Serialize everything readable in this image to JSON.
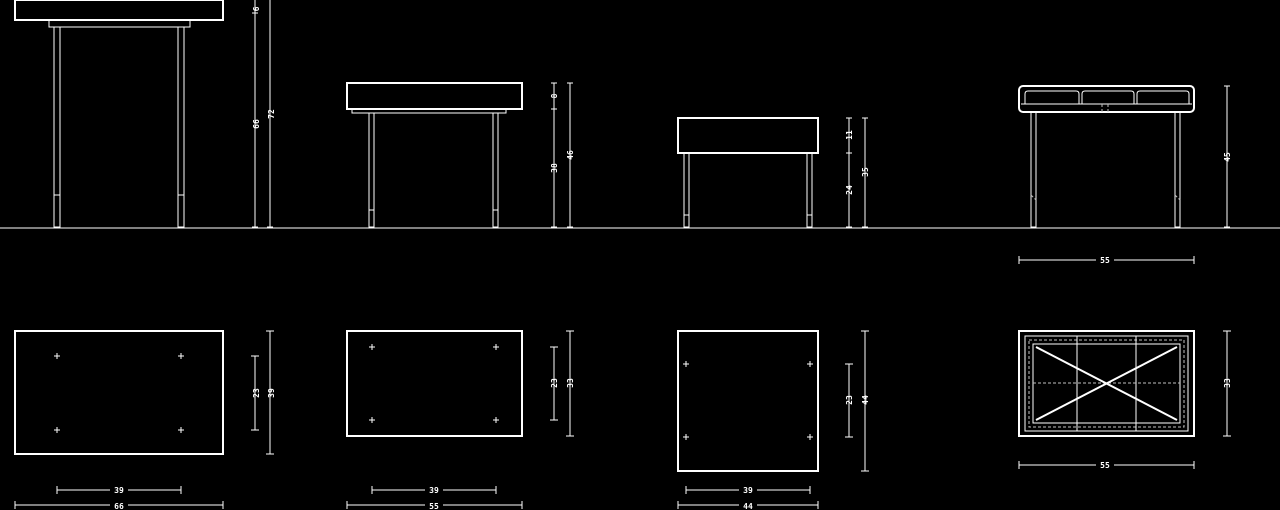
{
  "colors": {
    "background": "#000000",
    "line": "#ffffff",
    "hidden_line": "#bfbfbf"
  },
  "elevations": {
    "table_1": {
      "top": "6",
      "leg": "66",
      "total": "72"
    },
    "table_2": {
      "top": "8",
      "leg": "38",
      "total": "46"
    },
    "table_3": {
      "top": "11",
      "leg": "24",
      "total": "35"
    },
    "table_4": {
      "height": "45",
      "width": "55"
    }
  },
  "plans": {
    "table_1": {
      "inner_depth": "23",
      "depth": "39",
      "inner_width": "39",
      "width": "66"
    },
    "table_2": {
      "inner_depth": "23",
      "depth": "33",
      "inner_width": "39",
      "width": "55"
    },
    "table_3": {
      "inner_depth": "23",
      "depth": "44",
      "inner_width": "39",
      "width": "44"
    },
    "table_4": {
      "depth": "33",
      "width": "55"
    }
  }
}
